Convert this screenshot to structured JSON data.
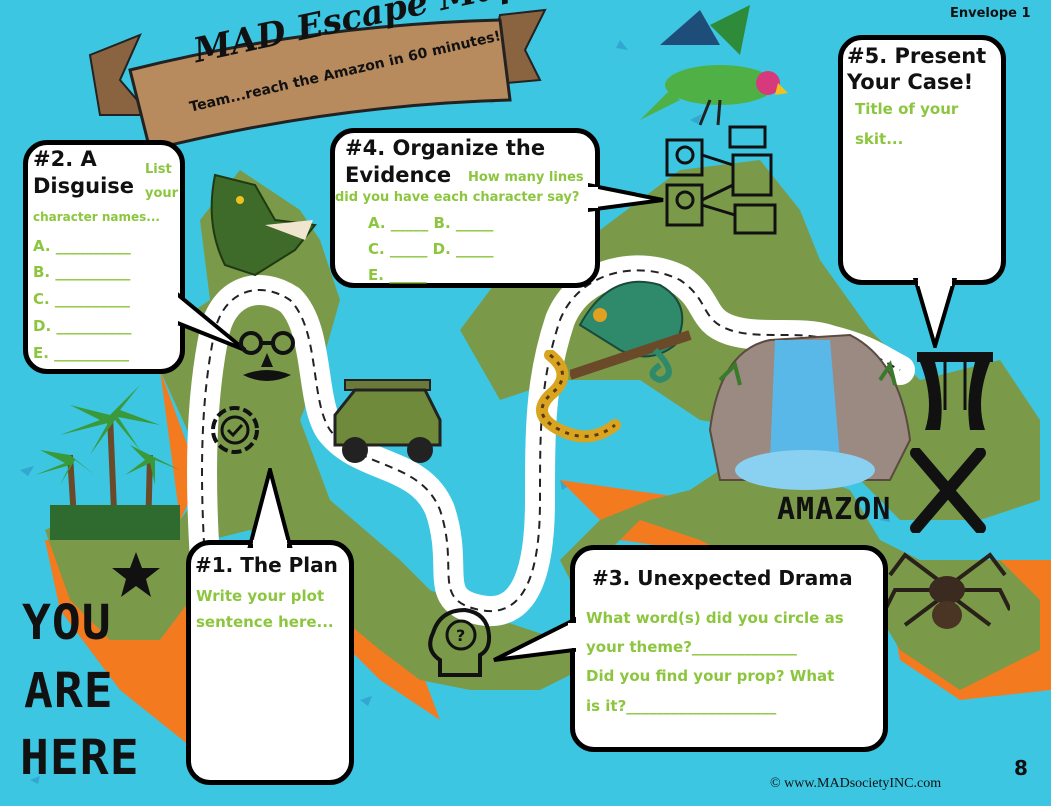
{
  "header": {
    "envelope": "Envelope 1",
    "banner_title": "MAD Escape Map",
    "banner_subtitle": "Team...reach the Amazon in 60 minutes!"
  },
  "step2": {
    "title_line1": "#2. A",
    "title_line2": "Disguise",
    "hint_line1": "List",
    "hint_line2": "your",
    "hint_line3": "character names...",
    "items": [
      "A. __________",
      "B. __________",
      "C. __________",
      "D. __________",
      "E. __________"
    ]
  },
  "step4": {
    "title_line1": "#4. Organize the",
    "title_line2": "Evidence",
    "hint_line1": "How many lines",
    "hint_line2": "did you have each character say?",
    "row1": "A. _____ B. _____",
    "row2": "C. _____ D. _____",
    "row3": "E. _____"
  },
  "step5": {
    "title_line1": "#5. Present",
    "title_line2": "Your Case!",
    "hint_line1": "Title of your",
    "hint_line2": "skit..."
  },
  "step1": {
    "title": "#1. The Plan",
    "hint_line1": "Write your plot",
    "hint_line2": "sentence here..."
  },
  "step3": {
    "title": "#3. Unexpected Drama",
    "line1": "What word(s) did you circle as",
    "line2": "your theme?______________",
    "line3": "Did you find your prop? What",
    "line4": "is it?____________________"
  },
  "map": {
    "destination": "AMAZON",
    "you_are_here": [
      "YOU",
      "ARE",
      "HERE"
    ]
  },
  "footer": {
    "copyright": "© www.MADsocietyINC.com",
    "page_number": "8"
  },
  "colors": {
    "water": "#3cc6e2",
    "land": "#7a9a4a",
    "cliff": "#f47a20",
    "accent_green": "#8cc63f",
    "banner": "#b88b5e"
  },
  "icons": [
    "crocodile-icon",
    "parrot-icon",
    "chameleon-icon",
    "snake-icon",
    "spider-icon",
    "waterfall-icon",
    "jeep-icon",
    "palm-trees-icon",
    "disguise-glasses-icon",
    "gear-check-icon",
    "head-question-icon",
    "evidence-cards-icon",
    "theater-curtain-icon",
    "x-mark-icon",
    "star-icon"
  ]
}
